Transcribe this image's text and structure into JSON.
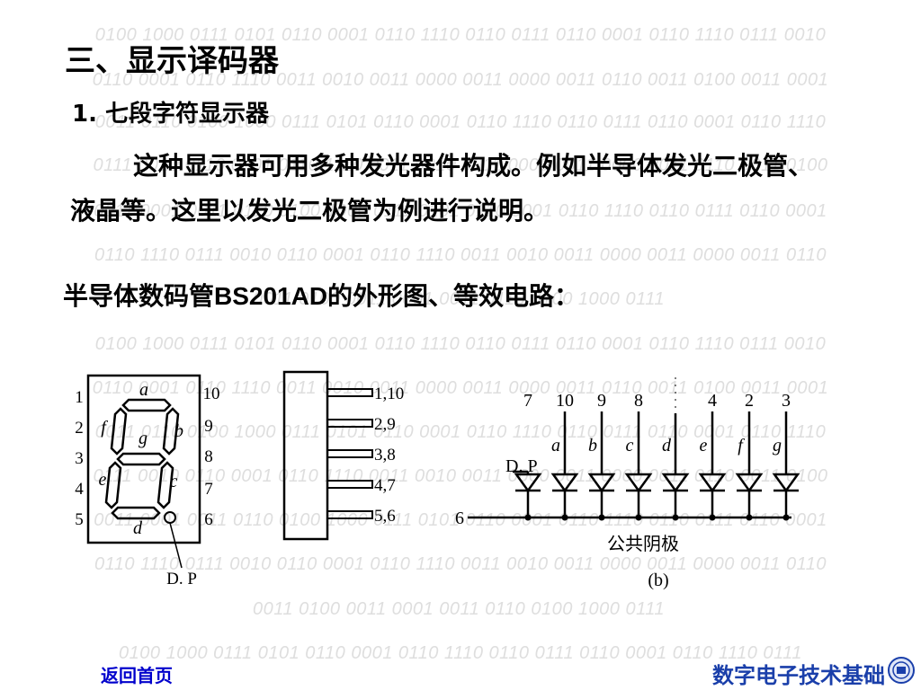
{
  "background_binary": [
    "0100 1000 0111 0101 0110 0001 0110 1110 0110 0111 0110 0001 0110 1110 0111 0010",
    "0110 0001 0110 1110 0011 0010 0011 0000 0011 0000 0011 0110 0011 0100 0011 0001",
    "0011 0110 0100 1000 0111 0101 0110 0001 0110 1110 0110 0111 0110 0001 0110 1110",
    "0111 0010 0110 0001 0110 1110 0011 0010 0011 0000 0011 0000 0011 0110 0011 0100",
    "0011 0001 0011 0110 0100 1000 0111 0101 0110 0001 0110 1110 0110 0111 0110 0001",
    "0110 1110 0111 0010 0110 0001 0110 1110 0011 0010 0011 0000 0011 0000 0011 0110",
    "0011 0100 0011 0001 0011 0110 0100 1000 0111",
    "0100 1000 0111 0101 0110 0001 0110 1110 0110 0111 0110 0001 0110 1110 0111 0010",
    "0110 0001 0110 1110 0011 0010 0011 0000 0011 0000 0011 0110 0011 0100 0011 0001",
    "0011 0110 0100 1000 0111 0101 0110 0001 0110 1110 0110 0111 0110 0001 0110 1110",
    "0111 0010 0110 0001 0110 1110 0011 0010 0011 0000 0011 0000 0011 0110 0011 0100",
    "0011 0001 0011 0110 0100 1000 0111 0101 0110 0001 0110 1110 0110 0111 0110 0001",
    "0110 1110 0111 0010 0110 0001 0110 1110 0011 0010 0011 0000 0011 0000 0011 0110",
    "0011 0100 0011 0001 0011 0110 0100 1000 0111",
    "0100 1000 0111 0101 0110 0001 0110 1110 0110 0111 0110 0001 0110 1110 0111"
  ],
  "title": "三、显示译码器",
  "subtitle": "1. 七段字符显示器",
  "paragraph": "这种显示器可用多种发光器件构成。例如半导体发光二极管、液晶等。这里以发光二极管为例进行说明。",
  "caption": "半导体数码管BS201AD的外形图、等效电路：",
  "figure_a": {
    "left_pins": [
      "1",
      "2",
      "3",
      "4",
      "5"
    ],
    "right_pins": [
      "10",
      "9",
      "8",
      "7",
      "6"
    ],
    "segments": {
      "a": "a",
      "b": "b",
      "c": "c",
      "d": "d",
      "e": "e",
      "f": "f",
      "g": "g"
    },
    "dp_label": "D. P"
  },
  "figure_side": {
    "pin_labels": [
      "1,10",
      "2,9",
      "3,8",
      "4,7",
      "5,6"
    ]
  },
  "figure_b": {
    "pins": [
      "7",
      "10",
      "9",
      "8",
      "4",
      "2",
      "3"
    ],
    "segments": [
      "a",
      "b",
      "c",
      "d",
      "e",
      "f",
      "g"
    ],
    "dp_label": "D. P",
    "common_pin": "6",
    "common_label": "公共阴极",
    "label": "(b)"
  },
  "footer": {
    "home_link": "返回首页",
    "brand": "数字电子技术基础"
  },
  "colors": {
    "link": "#0000cc",
    "brand": "#1a3faa",
    "background_digits": "#dedede"
  }
}
